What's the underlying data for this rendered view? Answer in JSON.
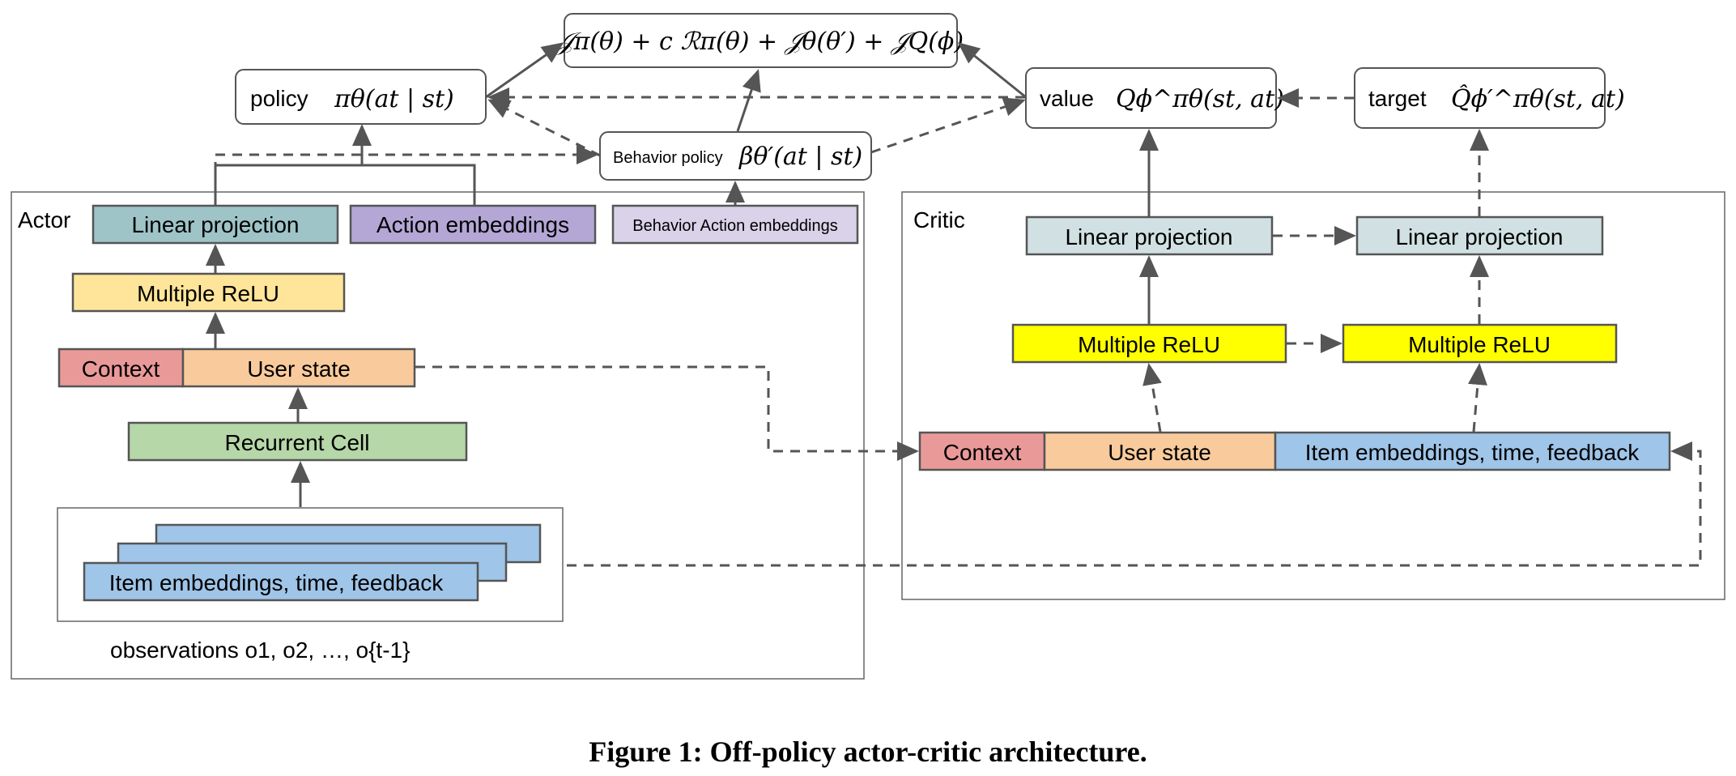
{
  "objective": {
    "formula": "𝒥π(θ) + c ℛπ(θ) + 𝒥θ(θ′) + 𝒥Q(ϕ)"
  },
  "policy": {
    "label": "policy",
    "formula": "πθ(at | st)"
  },
  "behavior_policy": {
    "label": "Behavior policy",
    "formula": "βθ′(at | st)"
  },
  "value": {
    "label": "value",
    "formula": "Qϕ^πθ(st, at)"
  },
  "target": {
    "label": "target",
    "formula": "Q̂ϕ′^πθ(st, at)"
  },
  "actor": {
    "title": "Actor",
    "linear_projection": "Linear projection",
    "action_embeddings": "Action embeddings",
    "behavior_action_embeddings": "Behavior Action embeddings",
    "relu": "Multiple ReLU",
    "context": "Context",
    "user_state": "User state",
    "recurrent_cell": "Recurrent Cell",
    "item_embeddings": "Item embeddings, time, feedback",
    "observations": "observations o1, o2, …, o{t-1}"
  },
  "critic": {
    "title": "Critic",
    "linear_projection": "Linear projection",
    "linear_projection_target": "Linear projection",
    "relu": "Multiple ReLU",
    "relu_target": "Multiple ReLU",
    "context": "Context",
    "user_state": "User state",
    "item_embeddings": "Item embeddings, time, feedback"
  },
  "caption": "Figure 1: Off-policy actor-critic architecture.",
  "colors": {
    "linear_projection_actor": "#9ec4c8",
    "action_embeddings": "#b4a7d6",
    "behavior_action_embeddings": "#d9d2e9",
    "relu_actor": "#ffe599",
    "context": "#ea9999",
    "user_state": "#f9cb9c",
    "recurrent_cell": "#b6d7a8",
    "item_embeddings": "#9fc5e8",
    "linear_projection_critic": "#d0e0e3",
    "relu_critic": "#ffff00",
    "border": "#555555"
  }
}
